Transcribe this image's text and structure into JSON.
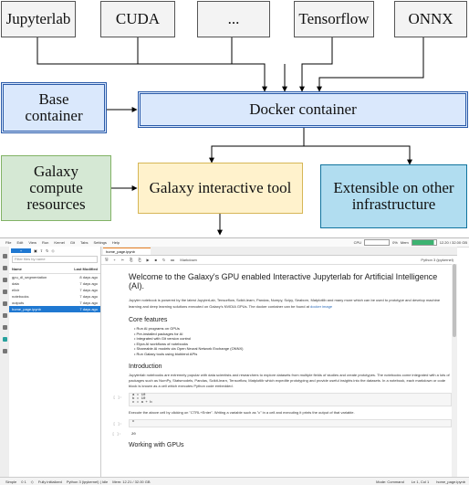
{
  "diagram": {
    "top_boxes": [
      "Jupyterlab",
      "CUDA",
      "...",
      "Tensorflow",
      "ONNX"
    ],
    "base_container": [
      "Base",
      "container"
    ],
    "docker_container": "Docker container",
    "galaxy_compute": [
      "Galaxy",
      "compute",
      "resources"
    ],
    "galaxy_interactive_tool": "Galaxy interactive tool",
    "extensible": [
      "Extensible on other",
      "infrastructure"
    ],
    "colors": {
      "gray": "#f3f3f3",
      "blue": "#dae8fc",
      "green": "#d5e8d4",
      "yellow": "#fff2cc",
      "cyan": "#b1ddf0"
    }
  },
  "screenshot": {
    "menu": [
      "File",
      "Edit",
      "View",
      "Run",
      "Kernel",
      "Git",
      "Tabs",
      "Settings",
      "Help"
    ],
    "meters": {
      "cpu_label": "CPU",
      "cpu_value": "0%",
      "mem_label": "Mem",
      "mem_value": "12.20 / 32.00 GB"
    },
    "file_browser": {
      "new_button": "+",
      "filter_placeholder": "Filter files by name",
      "col_name": "Name",
      "col_modified": "Last Modified",
      "files": [
        {
          "name": "gpu_dl_segmentation",
          "modified": "8 days ago",
          "selected": false
        },
        {
          "name": "data",
          "modified": "7 days ago",
          "selected": false
        },
        {
          "name": "elixir",
          "modified": "7 days ago",
          "selected": false
        },
        {
          "name": "notebooks",
          "modified": "7 days ago",
          "selected": false
        },
        {
          "name": "outputs",
          "modified": "7 days ago",
          "selected": false
        },
        {
          "name": "home_page.ipynb",
          "modified": "7 days ago",
          "selected": true
        }
      ]
    },
    "tab_label": "home_page.ipynb",
    "notebook_toolbar": [
      "+",
      "✂",
      "⎘",
      "⎗",
      "▶",
      "■",
      "↻",
      "▸▸",
      "Markdown"
    ],
    "kernel": "Python 3 (ipykernel)",
    "notebook": {
      "title": "Welcome to the Galaxy's GPU enabled Interactive Jupyterlab for Artificial Intelligence (AI).",
      "intro": "Jupyter notebook is powered by the latest JupyterLab, Tensorflow, Scikit-learn, Pandas, Numpy, Scipy, Seaborn, Matplotlib and many more which can be used to prototype and develop machine learning and deep learning solutions executed on Galaxy's NVIDIA GPUs. The docker container can be found at",
      "intro_link": "docker image",
      "features_heading": "Core features",
      "features": [
        "Run AI programs on GPUs",
        "Pre-installed packages for AI",
        "Integrated with Git version control",
        "Elyra AI workflows of notebooks",
        "Shareable AI models via Open Neural Network Exchange (ONNX)",
        "Run Galaxy tools using bioblend APIs"
      ],
      "intro_heading": "Introduction",
      "intro_text": "Jupyterlab notebooks are extremely popular with data scientists and researchers to explore datasets from multiple fields of studies and create prototypes. The notebooks come integrated with a lots of packages such as NumPy, Statsmodels, Pandas, Scikit-learn, Tensorflow, Matplotlib which expedite prototyping and provide useful insights into the datasets. In a notebook, each markdown or code block is known as a cell which executes Python code embedded.",
      "code1": [
        "a = 10",
        "b = 10",
        "c = a + b"
      ],
      "prompt_empty": "[ ]:",
      "run_hint": "Execute the above cell by clicking on \"CTRL+Enter\". Writing a variable such as \"c\" in a cell and executing it prints the output of that variable.",
      "code2": "c",
      "code3": "20",
      "gpu_heading": "Working with GPUs"
    },
    "status": {
      "mode": "Simple",
      "counts": "0  1",
      "fully_init": "Fully initialized",
      "kernel_status": "Python 3 (ipykernel) | Idle",
      "mem": "Mem: 12.21 / 32.00 GB",
      "edit_mode": "Mode: Command",
      "cursor": "Ln 1, Col 1",
      "file": "home_page.ipynb"
    }
  }
}
